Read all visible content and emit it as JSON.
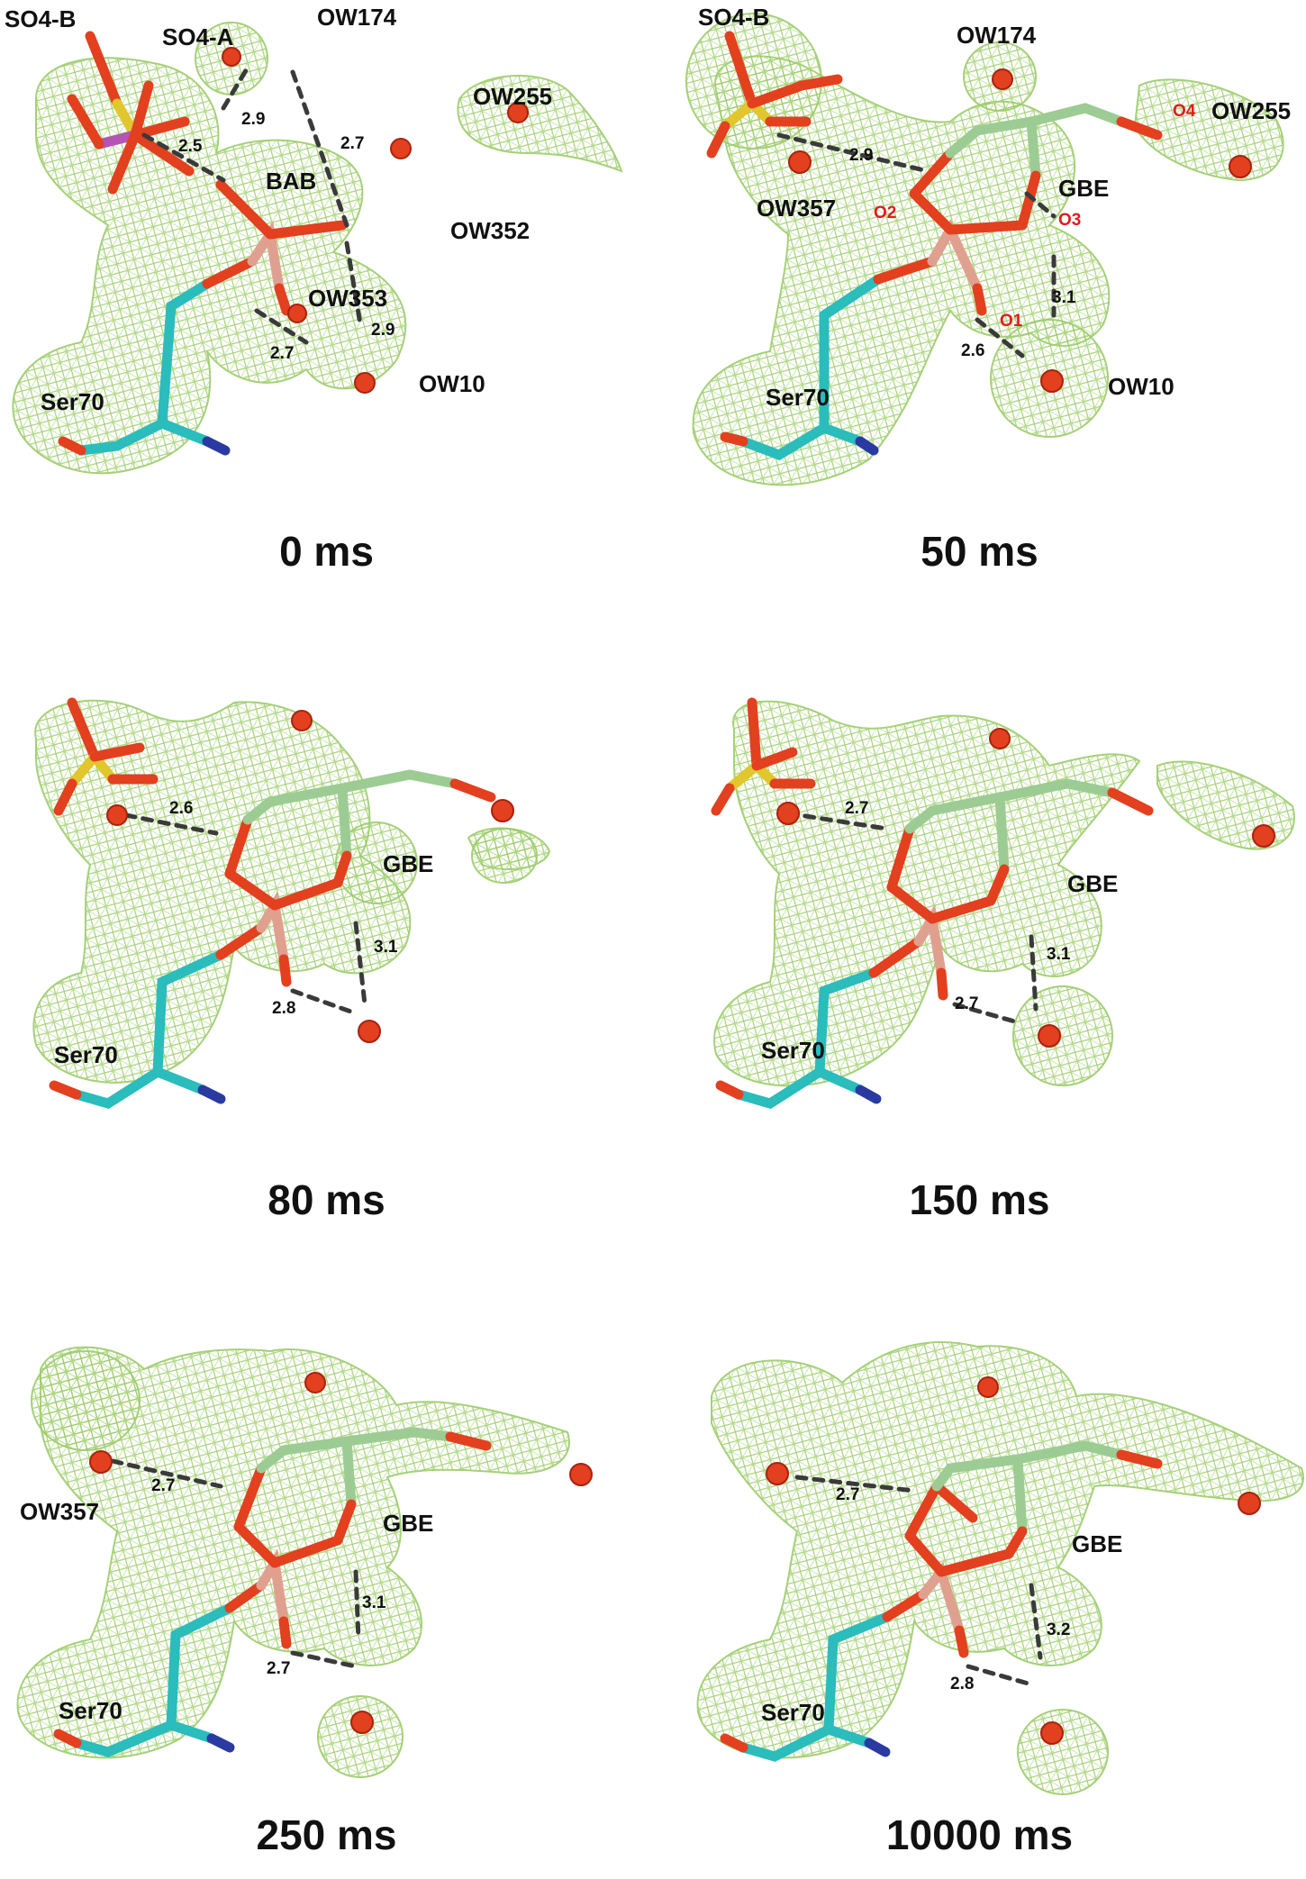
{
  "panels": [
    {
      "time": "0 ms",
      "labels": [
        "SO4-B",
        "SO4-A",
        "OW174",
        "OW255",
        "BAB",
        "OW352",
        "OW353",
        "Ser70",
        "OW10"
      ],
      "distances": [
        "2.5",
        "2.9",
        "2.7",
        "2.7",
        "2.9"
      ]
    },
    {
      "time": "50 ms",
      "labels": [
        "SO4-B",
        "OW174",
        "OW255",
        "OW357",
        "GBE",
        "Ser70",
        "OW10"
      ],
      "atom_labels": [
        "O2",
        "O3",
        "O1",
        "O4"
      ],
      "distances": [
        "2.9",
        "3.1",
        "2.6"
      ]
    },
    {
      "time": "80 ms",
      "labels": [
        "GBE",
        "Ser70"
      ],
      "distances": [
        "2.6",
        "3.1",
        "2.8"
      ]
    },
    {
      "time": "150 ms",
      "labels": [
        "GBE",
        "Ser70"
      ],
      "distances": [
        "2.7",
        "3.1",
        "2.7"
      ]
    },
    {
      "time": "250 ms",
      "labels": [
        "OW357",
        "GBE",
        "Ser70"
      ],
      "distances": [
        "2.7",
        "3.1",
        "2.7"
      ]
    },
    {
      "time": "10000 ms",
      "labels": [
        "GBE",
        "Ser70"
      ],
      "distances": [
        "2.7",
        "3.2",
        "2.8"
      ]
    }
  ],
  "colors": {
    "mesh": "#9ccc6a",
    "serine_carbon": "#2bbcbc",
    "ligand_carbon": "#9ccc93",
    "oxygen": "#e2401f",
    "nitrogen": "#2a3aa0",
    "boron": "#e0a090",
    "sulfur": "#e1c62d",
    "phosphorus_like": "#b455b4",
    "atom_label": "#e21b1b"
  }
}
